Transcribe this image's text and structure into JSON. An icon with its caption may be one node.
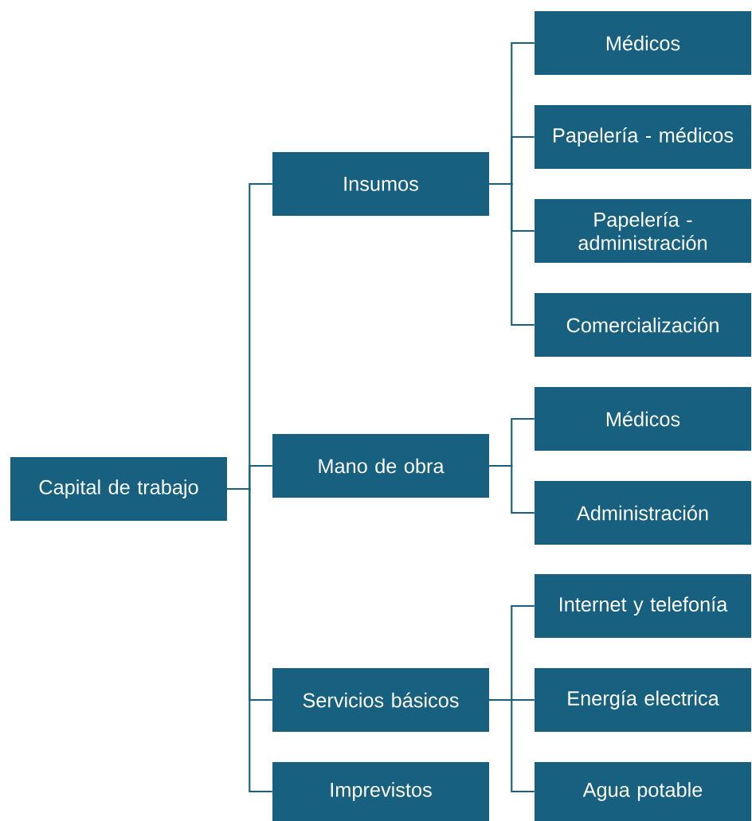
{
  "diagram": {
    "nodes": [
      {
        "text": [
          "Capital de trabajo"
        ]
      },
      {
        "text": [
          "Insumos"
        ]
      },
      {
        "text": [
          "Médicos"
        ]
      },
      {
        "text": [
          "Papelería - médicos"
        ]
      },
      {
        "text": [
          "Papelería - administración"
        ]
      },
      {
        "text": [
          "Comercialización"
        ]
      },
      {
        "text": [
          "Mano de obra"
        ]
      },
      {
        "text": [
          "Médicos"
        ]
      },
      {
        "text": [
          "Administración"
        ]
      },
      {
        "text": [
          "Servicios básicos"
        ]
      },
      {
        "text": [
          "Internet y telefonía"
        ]
      },
      {
        "text": [
          "Energía electrica"
        ]
      },
      {
        "text": [
          "Agua potable"
        ]
      },
      {
        "text": [
          "Imprevistos"
        ]
      }
    ],
    "edges": [
      {
        "from": 0,
        "to": 1,
        "arrow": "none"
      },
      {
        "from": 0,
        "to": 6,
        "arrow": "none"
      },
      {
        "from": 0,
        "to": 9,
        "arrow": "none"
      },
      {
        "from": 0,
        "to": 13,
        "arrow": "none"
      },
      {
        "from": 1,
        "to": 2,
        "arrow": "none"
      },
      {
        "from": 1,
        "to": 3,
        "arrow": "none"
      },
      {
        "from": 1,
        "to": 4,
        "arrow": "none"
      },
      {
        "from": 1,
        "to": 5,
        "arrow": "none"
      },
      {
        "from": 6,
        "to": 7,
        "arrow": "none"
      },
      {
        "from": 6,
        "to": 8,
        "arrow": "none"
      },
      {
        "from": 9,
        "to": 10,
        "arrow": "none"
      },
      {
        "from": 9,
        "to": 11,
        "arrow": "none"
      },
      {
        "from": 9,
        "to": 12,
        "arrow": "none"
      }
    ]
  }
}
